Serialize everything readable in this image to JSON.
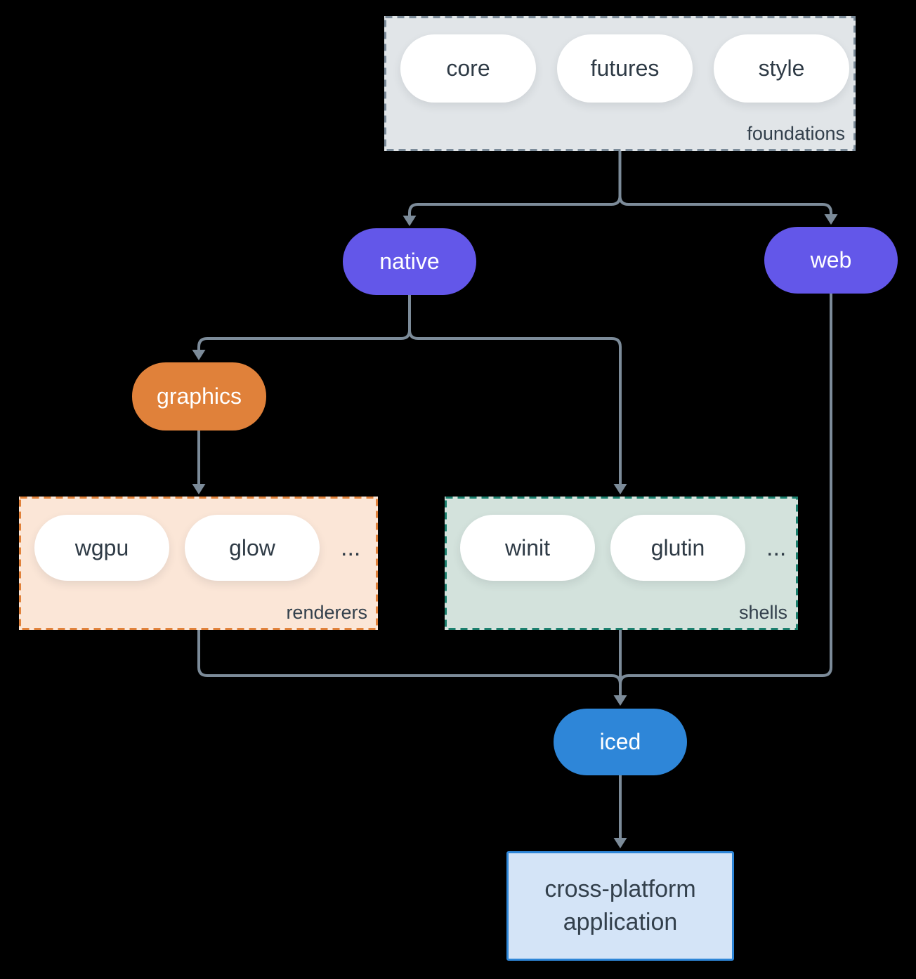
{
  "background": "#000000",
  "palette": {
    "connector_line": "#7c8b99",
    "node_text_dark": "#2f3b46",
    "node_text_light": "#ffffff",
    "purple_node": "#6357e9",
    "orange_node": "#e0813a",
    "blue_node": "#2e86d8",
    "foundations_fill": "#e1e5e8",
    "foundations_border": "#7b8b99",
    "renderers_fill": "#fbe6d7",
    "renderers_border": "#e0813a",
    "shells_fill": "#d3e2dc",
    "shells_border": "#1b7f6d",
    "application_fill": "#d4e4f7",
    "application_border": "#2e86d8"
  },
  "nodes": {
    "foundations": {
      "label": "foundations",
      "items": [
        "core",
        "futures",
        "style"
      ]
    },
    "native": {
      "label": "native"
    },
    "web": {
      "label": "web"
    },
    "graphics": {
      "label": "graphics"
    },
    "renderers": {
      "label": "renderers",
      "items": [
        "wgpu",
        "glow"
      ],
      "ellipsis": "..."
    },
    "shells": {
      "label": "shells",
      "items": [
        "winit",
        "glutin"
      ],
      "ellipsis": "..."
    },
    "iced": {
      "label": "iced"
    },
    "application": {
      "label": "cross-platform application"
    }
  }
}
